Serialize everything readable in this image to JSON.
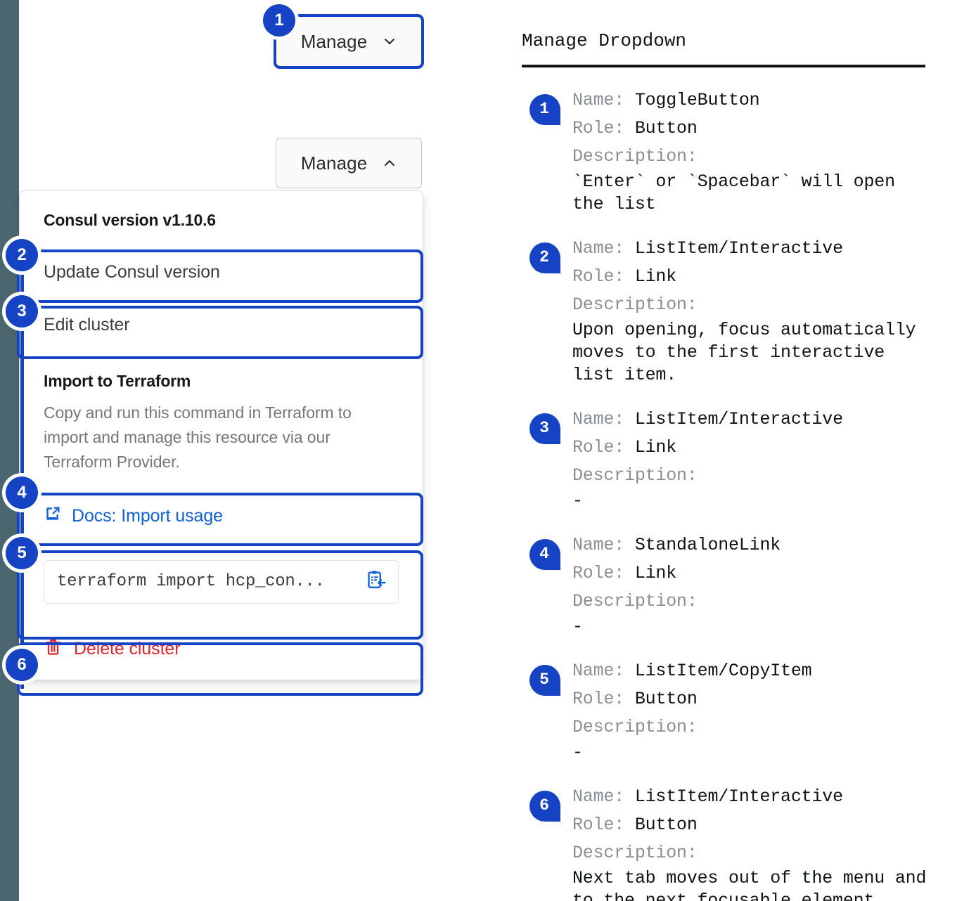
{
  "mock": {
    "toggle_button_collapsed": {
      "label": "Manage",
      "icon": "chevron-down-icon"
    },
    "toggle_button_expanded": {
      "label": "Manage",
      "icon": "chevron-up-icon"
    },
    "dropdown": {
      "header": "Consul version v1.10.6",
      "items": [
        {
          "label": "Update Consul version"
        },
        {
          "label": "Edit cluster"
        }
      ],
      "terraform": {
        "title": "Import to Terraform",
        "body": "Copy and run this command in Terraform to import and manage this resource via our Terraform Provider.",
        "docs_link": "Docs: Import usage",
        "docs_icon": "external-link-docs-icon",
        "command": "terraform import hcp_con...",
        "copy_icon": "copy-to-clipboard-icon"
      },
      "delete": {
        "label": "Delete cluster",
        "icon": "trash-icon"
      }
    },
    "badges": [
      "1",
      "2",
      "3",
      "4",
      "5",
      "6"
    ]
  },
  "spec": {
    "title": "Manage Dropdown",
    "labels": {
      "name": "Name: ",
      "role": "Role: ",
      "description": "Description:"
    },
    "entries": [
      {
        "badge": "1",
        "name": "ToggleButton",
        "role": "Button",
        "description": "`Enter` or `Spacebar` will open\nthe list"
      },
      {
        "badge": "2",
        "name": "ListItem/Interactive",
        "role": "Link",
        "description": "Upon opening, focus automatically\nmoves to the first interactive\nlist item."
      },
      {
        "badge": "3",
        "name": "ListItem/Interactive",
        "role": "Link",
        "description": "-"
      },
      {
        "badge": "4",
        "name": "StandaloneLink",
        "role": "Link",
        "description": "-"
      },
      {
        "badge": "5",
        "name": "ListItem/CopyItem",
        "role": "Button",
        "description": "-"
      },
      {
        "badge": "6",
        "name": "ListItem/Interactive",
        "role": "Button",
        "description": "Next tab moves out of the menu and\nto the next focusable element"
      }
    ]
  },
  "colors": {
    "accent_blue": "#1543c4",
    "link_blue": "#1060d8",
    "danger_red": "#e0232e",
    "rail": "#4b666f"
  }
}
